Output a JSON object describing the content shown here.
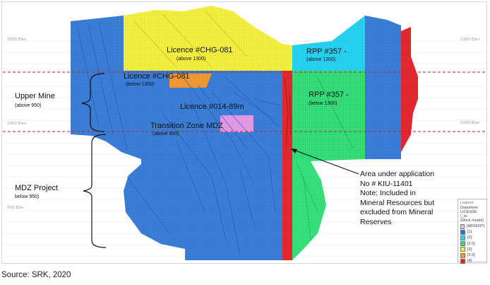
{
  "elevations": {
    "top_left": "1500 Elev",
    "top_right": "1300 Elev",
    "mid_left": "1000 Elev",
    "mid_right": "1000 Elev",
    "low_left": "500 Elev"
  },
  "zones": {
    "licence_chg_upper": {
      "title": "Licence #CHG-081",
      "note": "(above 1300)"
    },
    "licence_chg_lower": {
      "title": "Licence #CHG-081",
      "note": "(below 1300)"
    },
    "rpp_upper": {
      "title": "RPP #357 -",
      "note": "(above 1300)"
    },
    "rpp_lower": {
      "title": "RPP #357 -",
      "note": "(below 1300)"
    },
    "licence_014": {
      "title": "Licence #014-89m"
    },
    "transition": {
      "title": "Transition Zone MDZ",
      "note": "(above 950)"
    }
  },
  "sections": {
    "upper_mine": {
      "title": "Upper Mine",
      "note": "(above 950)"
    },
    "mdz_project": {
      "title": "MDZ Project",
      "note": "below 950)"
    }
  },
  "annotation": {
    "lines": [
      "Area under application",
      "No # KIU-11401",
      "Note: Included in",
      "Mineral Resources but",
      "excluded from Mineral",
      "Reserves"
    ]
  },
  "legend": {
    "title": "Legend",
    "subtitle_lines": [
      "Dataimine",
      "LICENSE (_la",
      "(block model)"
    ],
    "items": [
      {
        "label": "[ABSENT]",
        "color": "#cfcfcf"
      },
      {
        "label": "[1]",
        "color": "#2f6fd6"
      },
      {
        "label": "[2]",
        "color": "#2fd1f0"
      },
      {
        "label": "[2.5]",
        "color": "#2ee27a"
      },
      {
        "label": "[3]",
        "color": "#f2f23a"
      },
      {
        "label": "[3.5]",
        "color": "#f29a2a"
      },
      {
        "label": "[4]",
        "color": "#e5252a"
      }
    ]
  },
  "colors": {
    "blue_zone": "#3b7fd9",
    "yellow_zone": "#f6f23f",
    "cyan_zone": "#27d3f2",
    "green_zone": "#35e27c",
    "orange_zone": "#f4992f",
    "red_zone": "#e52a2f",
    "pink_zone": "#e59be5",
    "dashed_line": "#c0202a"
  },
  "source": "Source: SRK, 2020"
}
